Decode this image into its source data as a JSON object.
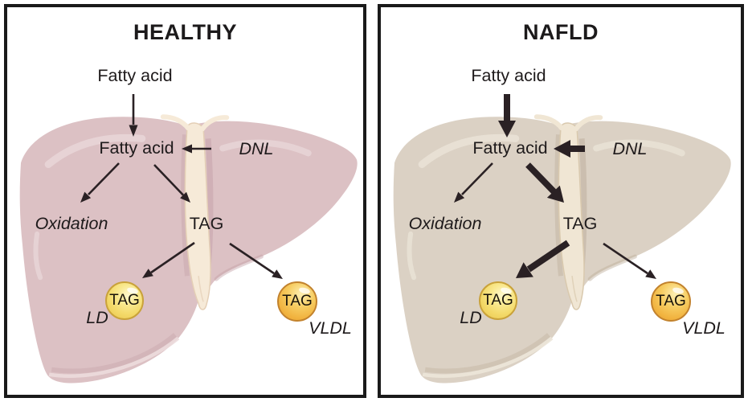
{
  "figure": {
    "description": "Two-panel liver diagram comparing hepatic fatty-acid and triglyceride metabolism",
    "colors": {
      "panel_border": "#1a1a1a",
      "arrow": "#2a2124",
      "healthy_liver": "#dcc1c4",
      "nafld_liver": "#dbd1c4",
      "ligament_cream": "#f3e8d6",
      "ld_droplet_yellow": "#f6e27c",
      "vldl_particle_orange": "#f2b745"
    },
    "panels": [
      {
        "id": "healthy",
        "title": "HEALTHY",
        "labels": {
          "fatty_acid_plasma": "Fatty acid",
          "fatty_acid_liver": "Fatty acid",
          "dnl": "DNL",
          "oxidation": "Oxidation",
          "tag": "TAG",
          "ld_droplet": "TAG",
          "ld": "LD",
          "vldl_particle": "TAG",
          "vldl": "VLDL"
        },
        "arrows": [
          {
            "name": "fatty-acid-uptake-arrow",
            "from": "Fatty acid (plasma)",
            "to": "Fatty acid (liver)",
            "weight": "normal"
          },
          {
            "name": "dnl-arrow",
            "from": "DNL",
            "to": "Fatty acid (liver)",
            "weight": "normal"
          },
          {
            "name": "oxidation-arrow",
            "from": "Fatty acid (liver)",
            "to": "Oxidation",
            "weight": "normal"
          },
          {
            "name": "esterification-arrow",
            "from": "Fatty acid (liver)",
            "to": "TAG",
            "weight": "normal"
          },
          {
            "name": "ld-storage-arrow",
            "from": "TAG",
            "to": "LD",
            "weight": "normal"
          },
          {
            "name": "vldl-secretion-arrow",
            "from": "TAG",
            "to": "VLDL",
            "weight": "normal"
          }
        ]
      },
      {
        "id": "nafld",
        "title": "NAFLD",
        "labels": {
          "fatty_acid_plasma": "Fatty acid",
          "fatty_acid_liver": "Fatty acid",
          "dnl": "DNL",
          "oxidation": "Oxidation",
          "tag": "TAG",
          "ld_droplet": "TAG",
          "ld": "LD",
          "vldl_particle": "TAG",
          "vldl": "VLDL"
        },
        "arrows": [
          {
            "name": "fatty-acid-uptake-arrow",
            "from": "Fatty acid (plasma)",
            "to": "Fatty acid (liver)",
            "weight": "increased"
          },
          {
            "name": "dnl-arrow",
            "from": "DNL",
            "to": "Fatty acid (liver)",
            "weight": "increased"
          },
          {
            "name": "oxidation-arrow",
            "from": "Fatty acid (liver)",
            "to": "Oxidation",
            "weight": "normal"
          },
          {
            "name": "esterification-arrow",
            "from": "Fatty acid (liver)",
            "to": "TAG",
            "weight": "increased"
          },
          {
            "name": "ld-storage-arrow",
            "from": "TAG",
            "to": "LD",
            "weight": "increased"
          },
          {
            "name": "vldl-secretion-arrow",
            "from": "TAG",
            "to": "VLDL",
            "weight": "normal"
          }
        ]
      }
    ]
  }
}
